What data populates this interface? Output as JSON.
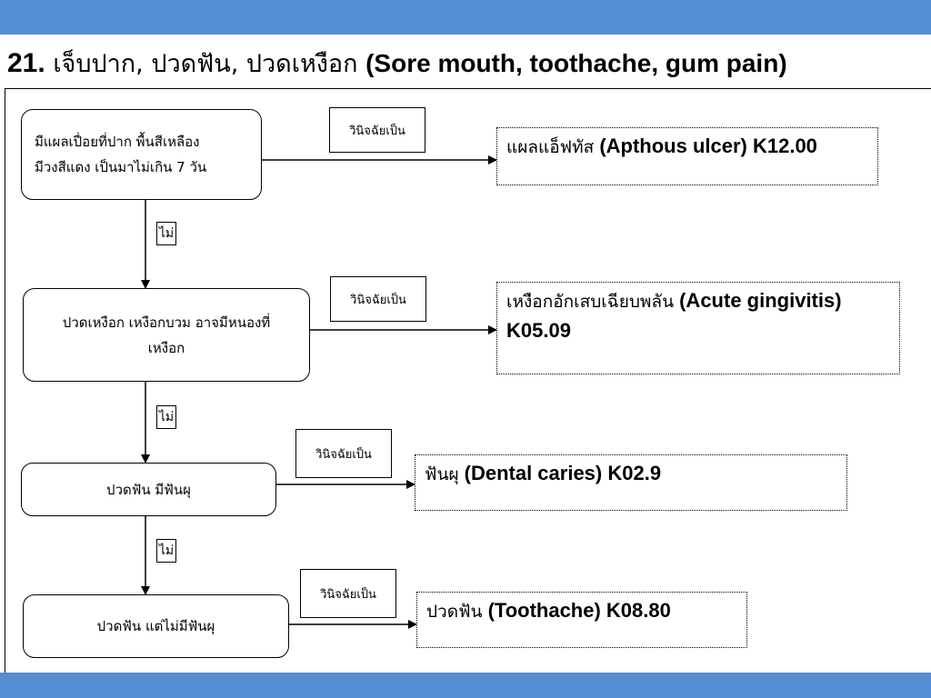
{
  "title": {
    "number": "21.",
    "thai": "เจ็บปาก, ปวดฟัน, ปวดเหงือก",
    "english": "(Sore mouth, toothache, gum pain)"
  },
  "steps": [
    {
      "condition": [
        "มีแผลเปื่อยที่ปาก พื้นสีเหลือง",
        "มีวงสีแดง เป็นมาไม่เกิน 7 วัน"
      ],
      "diagnose_label": "วินิจฉัยเป็น",
      "result_thai": "แผลแอ็ฟทัส",
      "result_en": "(Apthous ulcer) K12.00"
    },
    {
      "condition": [
        "ปวดเหงือก เหงือกบวม อาจมีหนองที่",
        "เหงือก"
      ],
      "diagnose_label": "วินิจฉัยเป็น",
      "result_thai": "เหงือกอักเสบเฉียบพลัน",
      "result_en": "(Acute gingivitis)",
      "result_code": "K05.09"
    },
    {
      "condition": [
        "ปวดฟัน มีฟันผุ"
      ],
      "diagnose_label": "วินิจฉัยเป็น",
      "result_thai": "ฟันผุ",
      "result_en": "(Dental caries) K02.9"
    },
    {
      "condition": [
        "ปวดฟัน แต่ไม่มีฟันผุ"
      ],
      "diagnose_label": "วินิจฉัยเป็น",
      "result_thai": "ปวดฟัน",
      "result_en": "(Toothache) K08.80"
    }
  ],
  "no_label": "ไม่",
  "colors": {
    "header_bar": "#558ed5",
    "line": "#000000",
    "background": "#ffffff"
  }
}
